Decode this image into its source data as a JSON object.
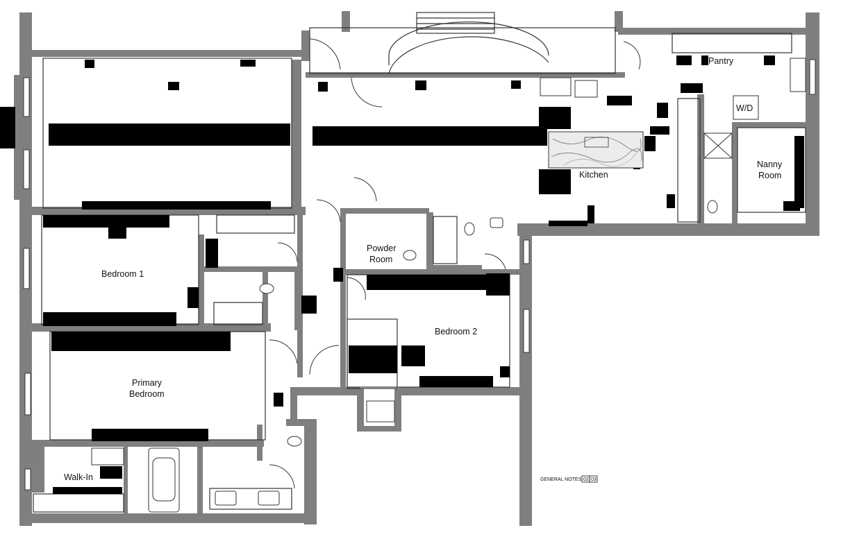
{
  "rooms": {
    "pantry": "Pantry",
    "wd": "W/D",
    "nanny_room_line1": "Nanny",
    "nanny_room_line2": "Room",
    "kitchen": "Kitchen",
    "powder_room_line1": "Powder",
    "powder_room_line2": "Room",
    "bedroom_1": "Bedroom 1",
    "bedroom_2": "Bedroom 2",
    "primary_bedroom_line1": "Primary",
    "primary_bedroom_line2": "Bedroom",
    "walk_in": "Walk-In"
  },
  "notes": {
    "general_notes_label": "GENERAL NOTES:",
    "sheet_a": "02",
    "sheet_b": "03"
  },
  "colors": {
    "wall": "#7f7f7f",
    "furniture": "#000000",
    "fixture_stroke": "#333333",
    "background": "#ffffff"
  }
}
